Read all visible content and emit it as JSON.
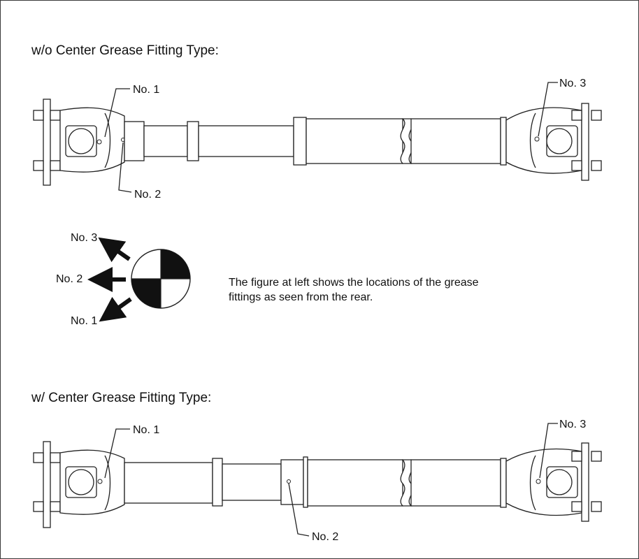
{
  "sections": {
    "without_center": {
      "title": "w/o Center Grease Fitting Type:"
    },
    "with_center": {
      "title": "w/ Center Grease Fitting Type:"
    }
  },
  "callouts": {
    "top_no1": "No. 1",
    "top_no2": "No. 2",
    "top_no3": "No. 3",
    "bottom_no1": "No. 1",
    "bottom_no2": "No. 2",
    "bottom_no3": "No. 3"
  },
  "rear_view": {
    "labels": {
      "no3": "No. 3",
      "no2": "No. 2",
      "no1": "No. 1"
    },
    "caption_line1": "The figure at left shows the locations of the grease",
    "caption_line2": "fittings as seen from the rear."
  }
}
